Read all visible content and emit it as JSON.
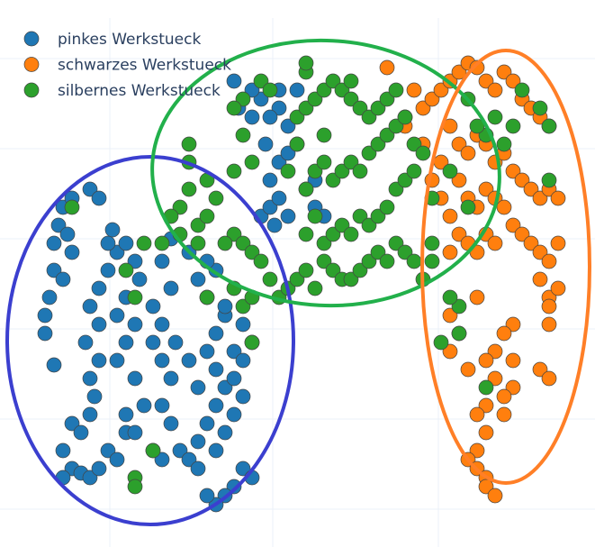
{
  "chart_data": {
    "type": "scatter",
    "title": "",
    "xlabel": "",
    "ylabel": "",
    "xlim": [
      -33,
      33.1
    ],
    "ylim": [
      -30.7,
      30
    ],
    "x_gridlines": [
      -20.8,
      -2.7,
      15.7
    ],
    "y_gridlines": [
      23.5,
      13.5,
      3.5,
      -6.5,
      -16.5,
      -26.5
    ],
    "grid": true,
    "legend_position": "top-left",
    "series": [
      {
        "name": "pinkes Werkstueck",
        "color": "#1f77b4",
        "points": [
          [
            -28,
            -5
          ],
          [
            -28,
            -7
          ],
          [
            -27.5,
            -3
          ],
          [
            -27,
            0
          ],
          [
            -27,
            3
          ],
          [
            -26.5,
            5
          ],
          [
            -26,
            7
          ],
          [
            -25.5,
            4
          ],
          [
            -25,
            2
          ],
          [
            -26,
            -1
          ],
          [
            -27,
            -10.5
          ],
          [
            -25,
            -17
          ],
          [
            -26,
            -20
          ],
          [
            -25,
            -22
          ],
          [
            -26,
            -23
          ],
          [
            -24,
            -22.5
          ],
          [
            -23,
            -23
          ],
          [
            -22,
            -22
          ],
          [
            -21,
            -20
          ],
          [
            -20,
            -21
          ],
          [
            -19,
            -16
          ],
          [
            -19,
            -18
          ],
          [
            -23,
            -16
          ],
          [
            -24,
            -18
          ],
          [
            -22.5,
            -14
          ],
          [
            -23,
            -12
          ],
          [
            -22,
            -10
          ],
          [
            -23.5,
            -8
          ],
          [
            -22,
            -6
          ],
          [
            -23,
            -4
          ],
          [
            -22,
            -2
          ],
          [
            -21,
            0
          ],
          [
            -20,
            2
          ],
          [
            -21,
            3
          ],
          [
            -20.5,
            4.5
          ],
          [
            -19,
            3
          ],
          [
            -18,
            1
          ],
          [
            -17.5,
            -1
          ],
          [
            -19,
            -3
          ],
          [
            -20,
            -5
          ],
          [
            -18,
            -6
          ],
          [
            -19,
            -8
          ],
          [
            -20,
            -10
          ],
          [
            -18,
            -12
          ],
          [
            -17,
            -15
          ],
          [
            -18,
            -18
          ],
          [
            -16,
            -20
          ],
          [
            -15,
            -21
          ],
          [
            -13,
            -20
          ],
          [
            -14,
            -17
          ],
          [
            -15,
            -15
          ],
          [
            -14,
            -12
          ],
          [
            -15,
            -10
          ],
          [
            -16,
            -8
          ],
          [
            -15,
            -6
          ],
          [
            -16,
            -4
          ],
          [
            -14,
            -2
          ],
          [
            -13.5,
            -8
          ],
          [
            -12,
            -10
          ],
          [
            -11,
            -13
          ],
          [
            -10,
            -17
          ],
          [
            -11,
            -19
          ],
          [
            -12,
            -21
          ],
          [
            -11,
            -22
          ],
          [
            -9,
            -20
          ],
          [
            -8,
            -18
          ],
          [
            -9,
            -15
          ],
          [
            -8,
            -13
          ],
          [
            -9,
            -11
          ],
          [
            -10,
            -9
          ],
          [
            -9,
            -7
          ],
          [
            -8,
            -5
          ],
          [
            -10,
            -3
          ],
          [
            -11,
            -1
          ],
          [
            -8,
            -4
          ],
          [
            -7,
            -9
          ],
          [
            -7,
            -12
          ],
          [
            -6,
            -14
          ],
          [
            -7,
            -16
          ],
          [
            -6,
            -22
          ],
          [
            -7,
            -24
          ],
          [
            -8,
            -25
          ],
          [
            -9,
            -26
          ],
          [
            -10,
            -25
          ],
          [
            -5,
            -23
          ],
          [
            -6,
            -10
          ],
          [
            -5,
            -8
          ],
          [
            -6,
            -6
          ],
          [
            -9,
            0
          ],
          [
            -12,
            2
          ],
          [
            -15,
            1
          ],
          [
            -23,
            9
          ],
          [
            -22,
            8
          ],
          [
            -25,
            8
          ],
          [
            -14,
            3.5
          ],
          [
            -10,
            1
          ],
          [
            -4,
            6
          ],
          [
            -3,
            7
          ],
          [
            -2,
            8
          ],
          [
            -3,
            10
          ],
          [
            -2,
            12
          ],
          [
            -1,
            13
          ],
          [
            0,
            14
          ],
          [
            -1,
            16
          ],
          [
            -2,
            18
          ],
          [
            -3,
            17
          ],
          [
            -4,
            19
          ],
          [
            -5,
            20
          ],
          [
            -2,
            20
          ],
          [
            0,
            20
          ],
          [
            1,
            9
          ],
          [
            2,
            7
          ],
          [
            3,
            6
          ],
          [
            -1,
            6
          ],
          [
            -3.5,
            14
          ],
          [
            -5,
            17
          ],
          [
            -6.5,
            18
          ],
          [
            -7,
            21
          ],
          [
            -2.5,
            5
          ],
          [
            2,
            10
          ]
        ]
      },
      {
        "name": "schwarzes Werkstueck",
        "color": "#ff7f0e",
        "points": [
          [
            12,
            17
          ],
          [
            13,
            20
          ],
          [
            14,
            18
          ],
          [
            15,
            19
          ],
          [
            16,
            20
          ],
          [
            17,
            21
          ],
          [
            18,
            22
          ],
          [
            19,
            23
          ],
          [
            20,
            22.5
          ],
          [
            21,
            21
          ],
          [
            22,
            20
          ],
          [
            23,
            22
          ],
          [
            24,
            21
          ],
          [
            25,
            19
          ],
          [
            26,
            18
          ],
          [
            27,
            17
          ],
          [
            28,
            16
          ],
          [
            17,
            16
          ],
          [
            18,
            14
          ],
          [
            19,
            13
          ],
          [
            20,
            15
          ],
          [
            21,
            14
          ],
          [
            22,
            12
          ],
          [
            23,
            13
          ],
          [
            24,
            11
          ],
          [
            25,
            10
          ],
          [
            26,
            9
          ],
          [
            27,
            8
          ],
          [
            28,
            9
          ],
          [
            29,
            8
          ],
          [
            18,
            10
          ],
          [
            19,
            8
          ],
          [
            20,
            7
          ],
          [
            21,
            9
          ],
          [
            22,
            8
          ],
          [
            23,
            7
          ],
          [
            24,
            5
          ],
          [
            25,
            4
          ],
          [
            26,
            3
          ],
          [
            27,
            2
          ],
          [
            28,
            1
          ],
          [
            29,
            3
          ],
          [
            16,
            12
          ],
          [
            15,
            10
          ],
          [
            16,
            8
          ],
          [
            17,
            6
          ],
          [
            18,
            4
          ],
          [
            19,
            3
          ],
          [
            20,
            2
          ],
          [
            21,
            4
          ],
          [
            22,
            3
          ],
          [
            27,
            -1
          ],
          [
            28,
            -3
          ],
          [
            29,
            -2
          ],
          [
            28,
            -4
          ],
          [
            28,
            -6
          ],
          [
            24,
            -6
          ],
          [
            23,
            -7
          ],
          [
            22,
            -9
          ],
          [
            24,
            -10
          ],
          [
            27,
            -11
          ],
          [
            28,
            -12
          ],
          [
            17,
            -5
          ],
          [
            18,
            -7
          ],
          [
            17,
            -9
          ],
          [
            21,
            -10
          ],
          [
            22,
            -12
          ],
          [
            24,
            -13
          ],
          [
            23,
            -14
          ],
          [
            21,
            -15
          ],
          [
            20,
            -16
          ],
          [
            21,
            -18
          ],
          [
            20,
            -20
          ],
          [
            19,
            -21
          ],
          [
            20,
            -22
          ],
          [
            21,
            -23
          ],
          [
            21,
            -24
          ],
          [
            22,
            -25
          ],
          [
            10,
            22.5
          ],
          [
            12,
            16
          ],
          [
            14,
            14
          ],
          [
            17,
            2
          ],
          [
            20,
            -3
          ],
          [
            19,
            -11
          ],
          [
            23,
            -16
          ]
        ]
      },
      {
        "name": "silbernes Werkstueck",
        "color": "#2ca02c",
        "points": [
          [
            -12,
            12
          ],
          [
            -12,
            14
          ],
          [
            -12,
            9
          ],
          [
            -13,
            7
          ],
          [
            -14,
            6
          ],
          [
            -11,
            5
          ],
          [
            -10,
            6
          ],
          [
            -9,
            8
          ],
          [
            -10,
            10
          ],
          [
            -11,
            3
          ],
          [
            -13,
            4
          ],
          [
            -7,
            4
          ],
          [
            -6,
            3
          ],
          [
            -5,
            2
          ],
          [
            -4,
            1
          ],
          [
            -3,
            -1
          ],
          [
            -2,
            -3
          ],
          [
            -1,
            -2
          ],
          [
            0,
            -1
          ],
          [
            1,
            0
          ],
          [
            2,
            -2
          ],
          [
            3,
            1
          ],
          [
            4,
            0
          ],
          [
            5,
            -1
          ],
          [
            6,
            -1
          ],
          [
            7,
            0
          ],
          [
            8,
            1
          ],
          [
            9,
            2
          ],
          [
            10,
            1
          ],
          [
            11,
            3
          ],
          [
            12,
            2
          ],
          [
            13,
            1
          ],
          [
            3,
            3
          ],
          [
            4,
            4
          ],
          [
            5,
            5
          ],
          [
            6,
            4
          ],
          [
            7,
            6
          ],
          [
            8,
            5
          ],
          [
            9,
            6
          ],
          [
            10,
            7
          ],
          [
            11,
            9
          ],
          [
            12,
            10
          ],
          [
            13,
            11
          ],
          [
            1,
            4
          ],
          [
            2,
            6
          ],
          [
            1,
            9
          ],
          [
            2,
            11
          ],
          [
            3,
            12
          ],
          [
            4,
            10
          ],
          [
            5,
            11
          ],
          [
            6,
            12
          ],
          [
            7,
            11
          ],
          [
            8,
            13
          ],
          [
            9,
            14
          ],
          [
            10,
            15
          ],
          [
            11,
            16
          ],
          [
            12,
            17
          ],
          [
            13,
            14
          ],
          [
            14,
            13
          ],
          [
            0,
            17
          ],
          [
            1,
            18
          ],
          [
            2,
            19
          ],
          [
            3,
            20
          ],
          [
            4,
            21
          ],
          [
            5,
            20
          ],
          [
            6,
            19
          ],
          [
            7,
            18
          ],
          [
            8,
            17
          ],
          [
            9,
            18
          ],
          [
            10,
            19
          ],
          [
            11,
            20
          ],
          [
            6,
            21
          ],
          [
            1,
            22
          ],
          [
            1,
            23
          ],
          [
            -4,
            21
          ],
          [
            -3,
            20
          ],
          [
            -6,
            19
          ],
          [
            -6,
            15
          ],
          [
            -5,
            12
          ],
          [
            -7,
            11
          ],
          [
            -7,
            18
          ],
          [
            0,
            14
          ],
          [
            -1,
            11
          ],
          [
            3,
            15
          ],
          [
            -8,
            3
          ],
          [
            -7,
            -2
          ],
          [
            -6,
            -4
          ],
          [
            -5,
            -3
          ],
          [
            -18,
            -3
          ],
          [
            -19,
            0
          ],
          [
            -17,
            3
          ],
          [
            -15,
            3
          ],
          [
            -16,
            -20
          ],
          [
            -18,
            -23
          ],
          [
            -18,
            -24
          ],
          [
            -25,
            7
          ],
          [
            -10,
            -3
          ],
          [
            -5,
            -8
          ],
          [
            21,
            -13
          ],
          [
            18,
            -4
          ],
          [
            18,
            -7
          ],
          [
            16,
            -8
          ],
          [
            17,
            -3
          ],
          [
            15,
            1
          ],
          [
            25,
            20
          ],
          [
            27,
            18
          ],
          [
            28,
            16
          ],
          [
            24,
            16
          ],
          [
            22,
            17
          ],
          [
            21,
            15
          ],
          [
            20,
            16
          ],
          [
            23,
            14
          ],
          [
            28,
            10
          ],
          [
            19,
            19
          ],
          [
            17,
            11
          ],
          [
            15,
            8
          ],
          [
            19,
            7
          ],
          [
            14,
            -1
          ],
          [
            15,
            3
          ]
        ]
      }
    ],
    "annotations": [
      {
        "type": "ellipse",
        "color": "#3b3fcf",
        "encloses": "pinkes Werkstueck"
      },
      {
        "type": "ellipse",
        "color": "#22b04b",
        "encloses": "silbernes Werkstueck"
      },
      {
        "type": "ellipse",
        "color": "#ff7f27",
        "encloses": "schwarzes Werkstueck"
      }
    ]
  }
}
